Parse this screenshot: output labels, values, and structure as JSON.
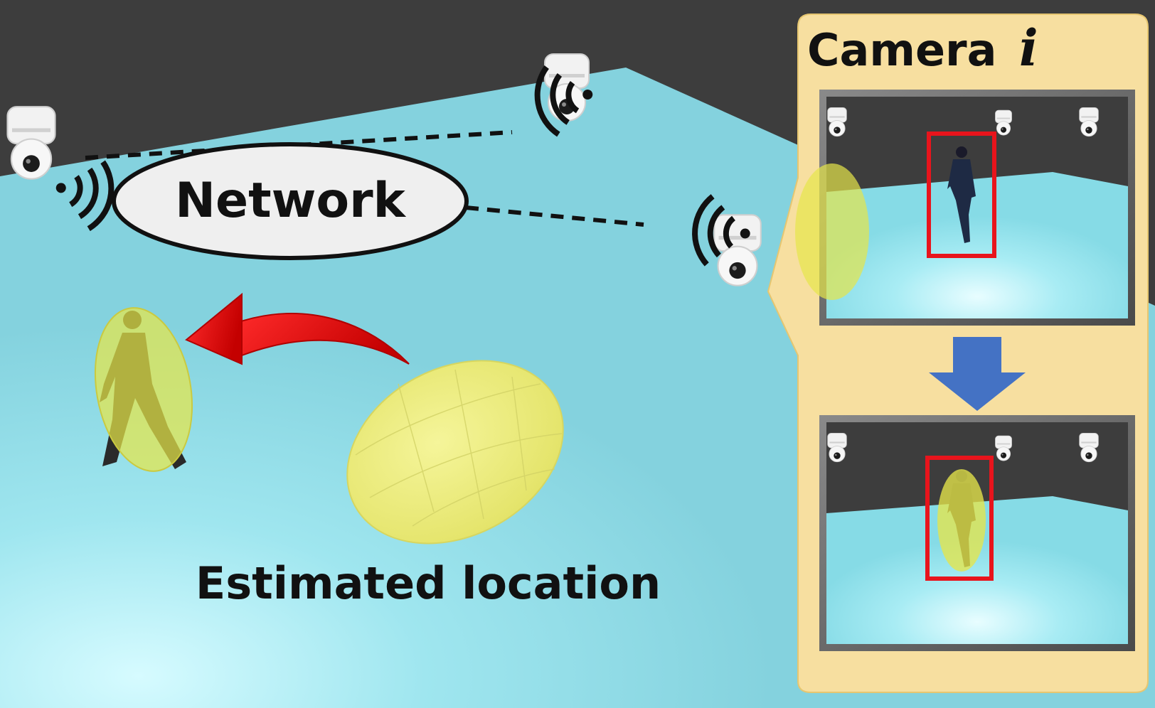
{
  "labels": {
    "network": "Network",
    "estimated_location": "Estimated location",
    "camera_word": "Camera",
    "camera_index": "i"
  },
  "colors": {
    "background_wall": "#3d3d3d",
    "floor": "#86d6e2",
    "callout_panel": "#f7dfa0",
    "detection_box": "#e8141c",
    "arrow_red": "#e8141c",
    "arrow_down": "#4472c4",
    "ellipsoid": "#f0f07a"
  },
  "icons": {
    "camera": "ptz-camera-icon",
    "wifi": "wifi-signal-icon",
    "person": "person-icon"
  }
}
